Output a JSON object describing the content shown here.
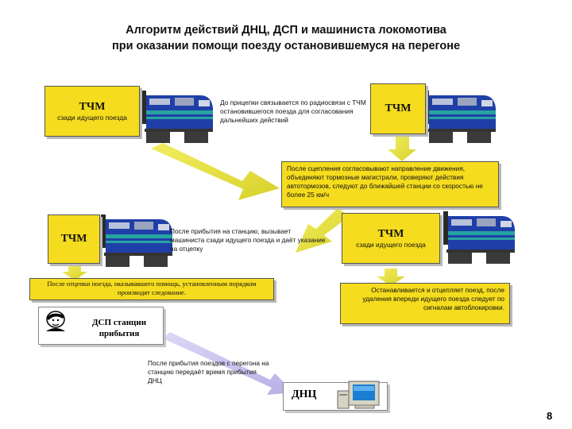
{
  "title": {
    "line1": "Алгоритм действий ДНЦ, ДСП и машиниста локомотива",
    "line2": "при оказании помощи поезду остановившемуся на перегоне"
  },
  "box_top_left": {
    "label": "ТЧМ",
    "sublabel": "сзади идущего поезда"
  },
  "note_coupling_contact": "До прицепки связывается по радиосвязи с ТЧМ остановившегося поезда для согласования дальнейших действий",
  "box_top_right": {
    "label": "ТЧМ"
  },
  "note_after_coupling": "После сцепления согласовывают направление движения, объединяют тормозные магистрали, проверяют действия автотормозов, следуют до ближайшей станции со скоростью не более 25 км/ч",
  "box_mid_left": {
    "label": "ТЧМ"
  },
  "note_arrival": "После прибытия на станцию, вызывает машиниста сзади идущего поезда и даёт указание на отцепку",
  "box_mid_right": {
    "label": "ТЧМ",
    "sublabel": "сзади идущего поезда"
  },
  "note_after_uncoupling": "После отцепки поезда, оказывавшего помощь, установленным порядком производят следование.",
  "note_stop_uncouple": "Останавливается и отцепляет поезд, после удаления впереди идущего поезда следует по сигналам автоблокировки.",
  "dsp_box": {
    "label_line1": "ДСП станции",
    "label_line2": "прибытия"
  },
  "note_dnc_report": "После прибытия поездов с перегона на станцию передаёт время прибытия ДНЦ",
  "dnc_box": {
    "label": "ДНЦ"
  },
  "page_number": "8",
  "colors": {
    "box_yellow": "#f5dc1e",
    "arrow_yellow": "#e8e23a",
    "arrow_purple": "#c9c3ee",
    "locomotive_blue": "#1f3fa8",
    "locomotive_stripe": "#27a3a0"
  },
  "icons": [
    "locomotive-icon",
    "dispatcher-avatar-icon",
    "computer-icon"
  ]
}
